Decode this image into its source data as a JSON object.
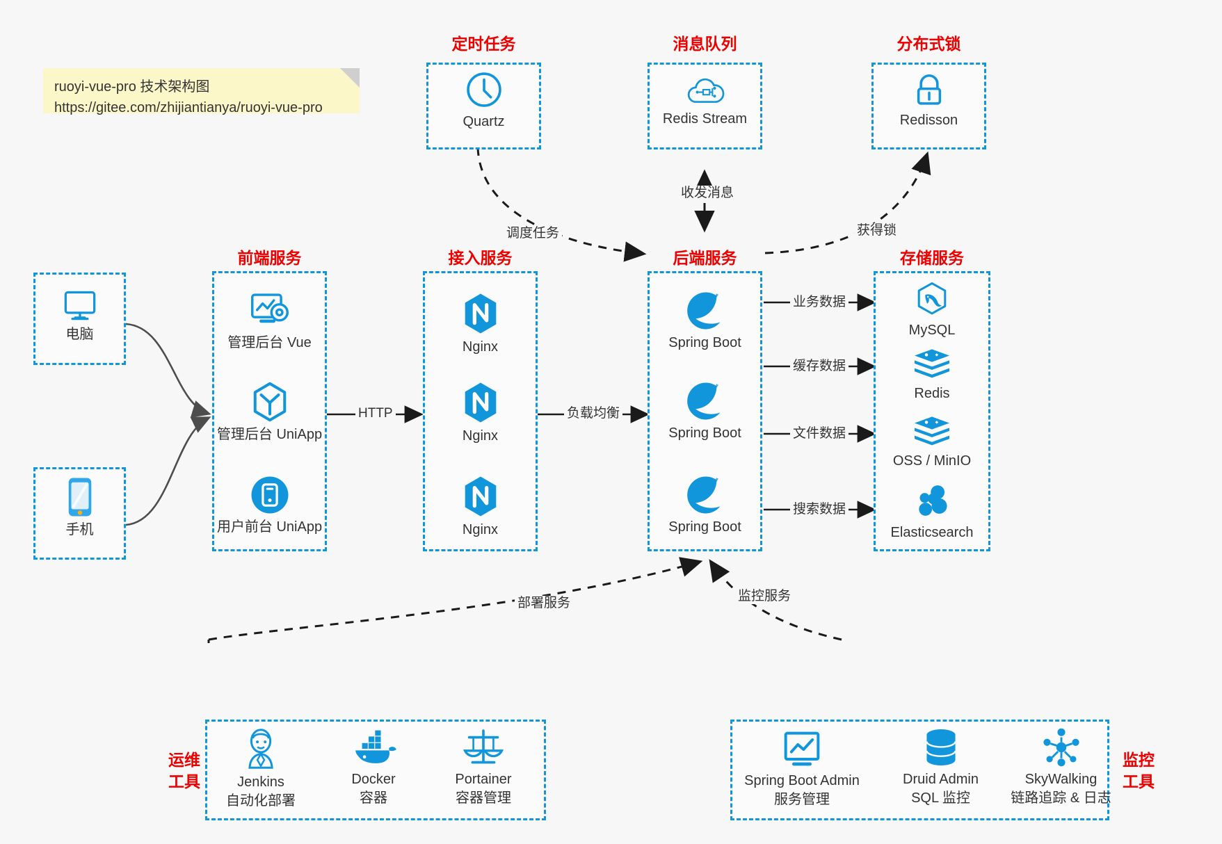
{
  "note": {
    "line1": "ruoyi-vue-pro 技术架构图",
    "line2": "https://gitee.com/zhijiantianya/ruoyi-vue-pro"
  },
  "colors": {
    "accent_blue": "#1296db",
    "title_red": "#ed0000",
    "note_yellow": "#fcf7c8",
    "background": "#f7f7f7",
    "edge_gray": "#4d4d4d",
    "edge_black": "#1a1a1a"
  },
  "groups": {
    "scheduler": {
      "title": "定时任务",
      "nodes": [
        {
          "label": "Quartz",
          "icon": "clock-icon"
        }
      ]
    },
    "mq": {
      "title": "消息队列",
      "nodes": [
        {
          "label": "Redis Stream",
          "icon": "cloud-stream-icon"
        }
      ]
    },
    "lock": {
      "title": "分布式锁",
      "nodes": [
        {
          "label": "Redisson",
          "icon": "lock-icon"
        }
      ]
    },
    "clients": {
      "nodes": [
        {
          "label": "电脑",
          "icon": "desktop-icon"
        },
        {
          "label": "手机",
          "icon": "phone-icon"
        }
      ]
    },
    "frontend": {
      "title": "前端服务",
      "nodes": [
        {
          "label": "管理后台 Vue",
          "icon": "dashboard-gear-icon"
        },
        {
          "label": "管理后台 UniApp",
          "icon": "hexagon-uniapp-icon"
        },
        {
          "label": "用户前台 UniApp",
          "icon": "mobile-circle-icon"
        }
      ]
    },
    "gateway": {
      "title": "接入服务",
      "nodes": [
        {
          "label": "Nginx",
          "icon": "nginx-icon"
        },
        {
          "label": "Nginx",
          "icon": "nginx-icon"
        },
        {
          "label": "Nginx",
          "icon": "nginx-icon"
        }
      ]
    },
    "backend": {
      "title": "后端服务",
      "nodes": [
        {
          "label": "Spring Boot",
          "icon": "spring-leaf-icon"
        },
        {
          "label": "Spring Boot",
          "icon": "spring-leaf-icon"
        },
        {
          "label": "Spring Boot",
          "icon": "spring-leaf-icon"
        }
      ]
    },
    "storage": {
      "title": "存储服务",
      "nodes": [
        {
          "label": "MySQL",
          "icon": "mysql-dolphin-icon"
        },
        {
          "label": "Redis",
          "icon": "redis-stack-icon"
        },
        {
          "label": "OSS / MinIO",
          "icon": "redis-stack-icon"
        },
        {
          "label": "Elasticsearch",
          "icon": "elasticsearch-icon"
        }
      ]
    },
    "devops": {
      "title_line1": "运维",
      "title_line2": "工具",
      "nodes": [
        {
          "label": "Jenkins",
          "sub": "自动化部署",
          "icon": "jenkins-butler-icon"
        },
        {
          "label": "Docker",
          "sub": "容器",
          "icon": "docker-whale-icon"
        },
        {
          "label": "Portainer",
          "sub": "容器管理",
          "icon": "scales-icon"
        }
      ]
    },
    "monitor": {
      "title_line1": "监控",
      "title_line2": "工具",
      "nodes": [
        {
          "label": "Spring Boot Admin",
          "sub": "服务管理",
          "icon": "monitor-chart-icon"
        },
        {
          "label": "Druid Admin",
          "sub": "SQL 监控",
          "icon": "database-icon"
        },
        {
          "label": "SkyWalking",
          "sub": "链路追踪 & 日志",
          "icon": "skywalking-icon"
        }
      ]
    }
  },
  "edges": {
    "schedule_task": "调度任务",
    "send_recv_msg": "收发消息",
    "acquire_lock": "获得锁",
    "http": "HTTP",
    "load_balance": "负载均衡",
    "business_data": "业务数据",
    "cache_data": "缓存数据",
    "file_data": "文件数据",
    "search_data": "搜索数据",
    "deploy_service": "部署服务",
    "monitor_service": "监控服务"
  }
}
